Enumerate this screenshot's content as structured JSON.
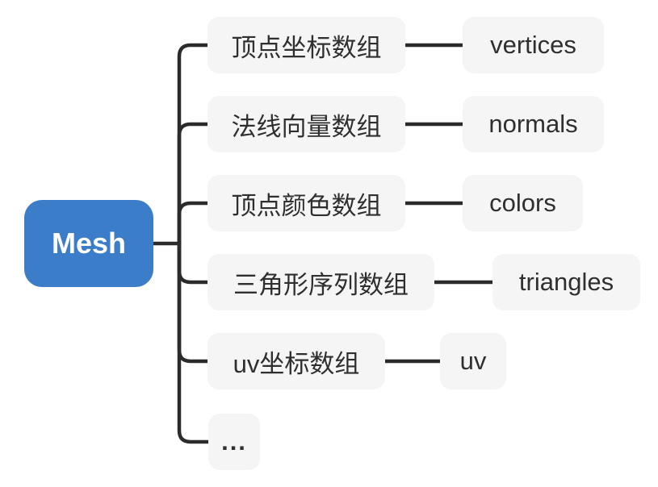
{
  "root": {
    "label": "Mesh"
  },
  "branches": [
    {
      "zh": "顶点坐标数组",
      "en": "vertices"
    },
    {
      "zh": "法线向量数组",
      "en": "normals"
    },
    {
      "zh": "顶点颜色数组",
      "en": "colors"
    },
    {
      "zh": "三角形序列数组",
      "en": "triangles"
    },
    {
      "zh": "uv坐标数组",
      "en": "uv"
    },
    {
      "zh": "..."
    }
  ],
  "colors": {
    "root_bg": "#3b7dc8",
    "root_text": "#ffffff",
    "node_bg": "#f5f5f5",
    "node_text": "#2f2f2f",
    "line": "#2b2b2b",
    "canvas_bg": "#ffffff"
  }
}
